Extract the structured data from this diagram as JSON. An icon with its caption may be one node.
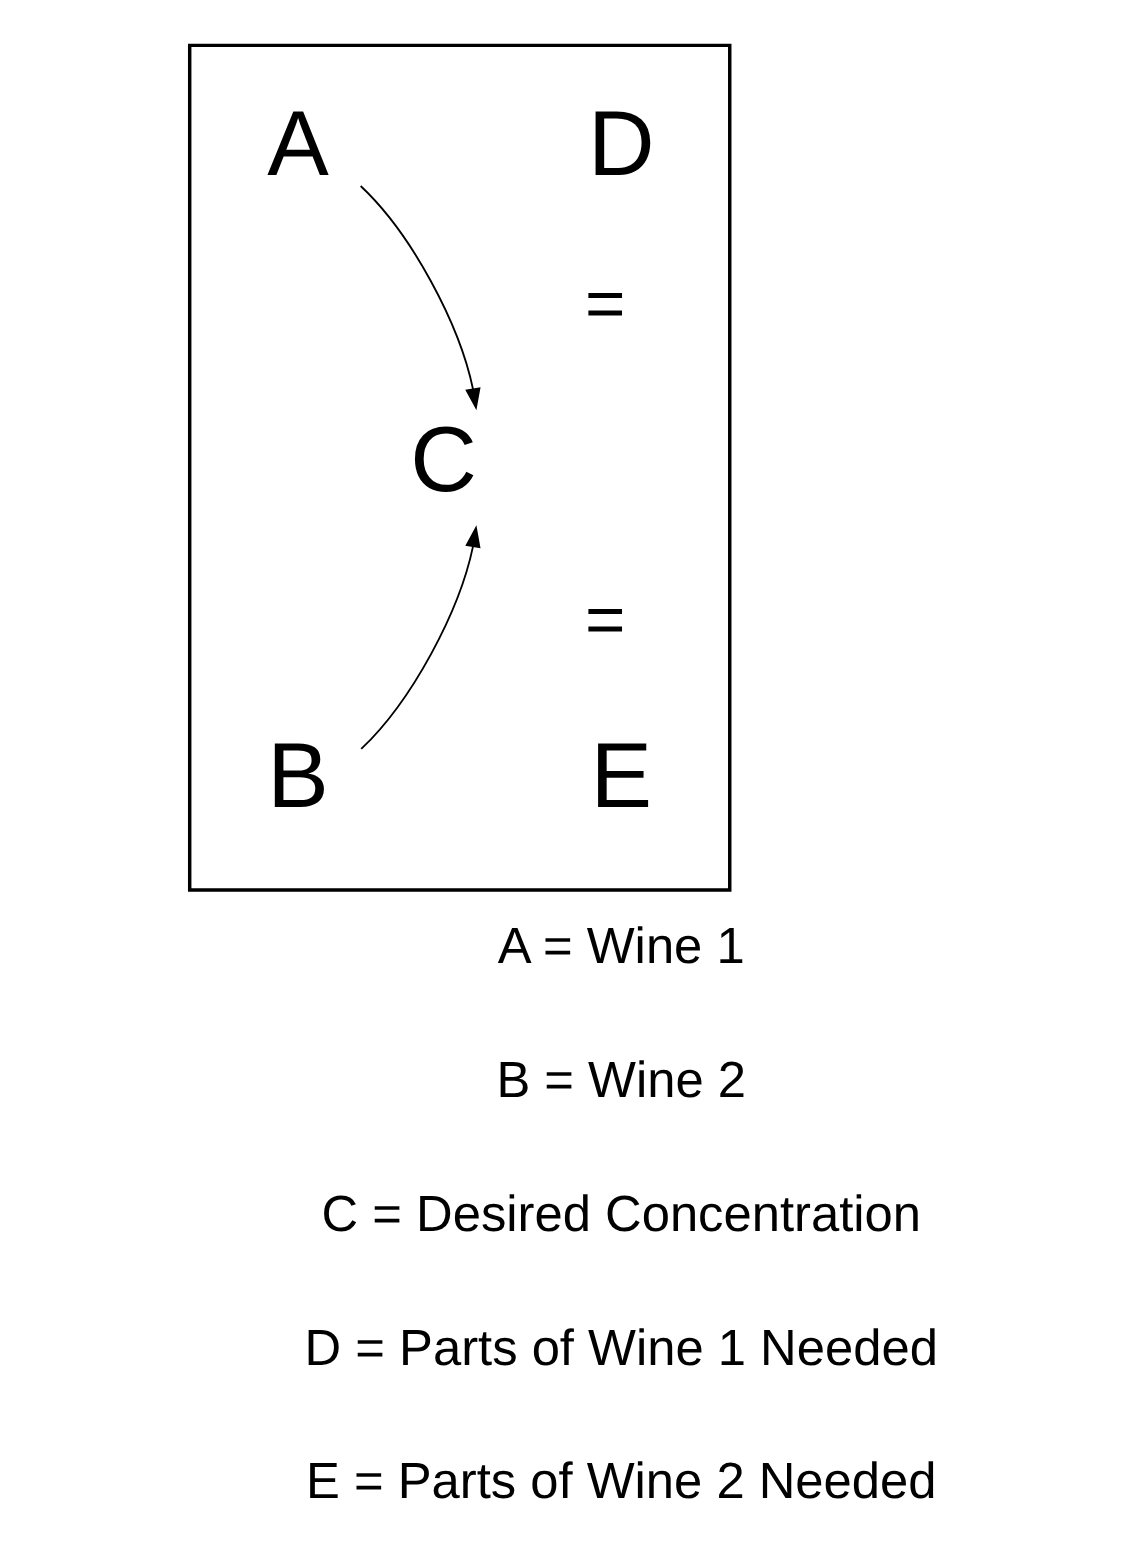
{
  "diagram": {
    "nodes": [
      {
        "text": [],
        "shape": "box"
      },
      {
        "text": [
          "A"
        ],
        "in": 0
      },
      {
        "text": [
          "D"
        ],
        "in": 0
      },
      {
        "text": [
          "C"
        ],
        "in": 0
      },
      {
        "text": [
          "B"
        ],
        "in": 0
      },
      {
        "text": [
          "E"
        ],
        "in": 0
      }
    ],
    "edges": [
      {
        "from": 1,
        "to": 3,
        "arrow": "to"
      },
      {
        "from": 4,
        "to": 3,
        "arrow": "to"
      }
    ],
    "labels": [
      "=",
      "=",
      "A = Wine 1",
      "B = Wine 2",
      "C = Desired Concentration",
      "D = Parts of Wine 1 Needed",
      "E = Parts of Wine 2 Needed"
    ]
  }
}
